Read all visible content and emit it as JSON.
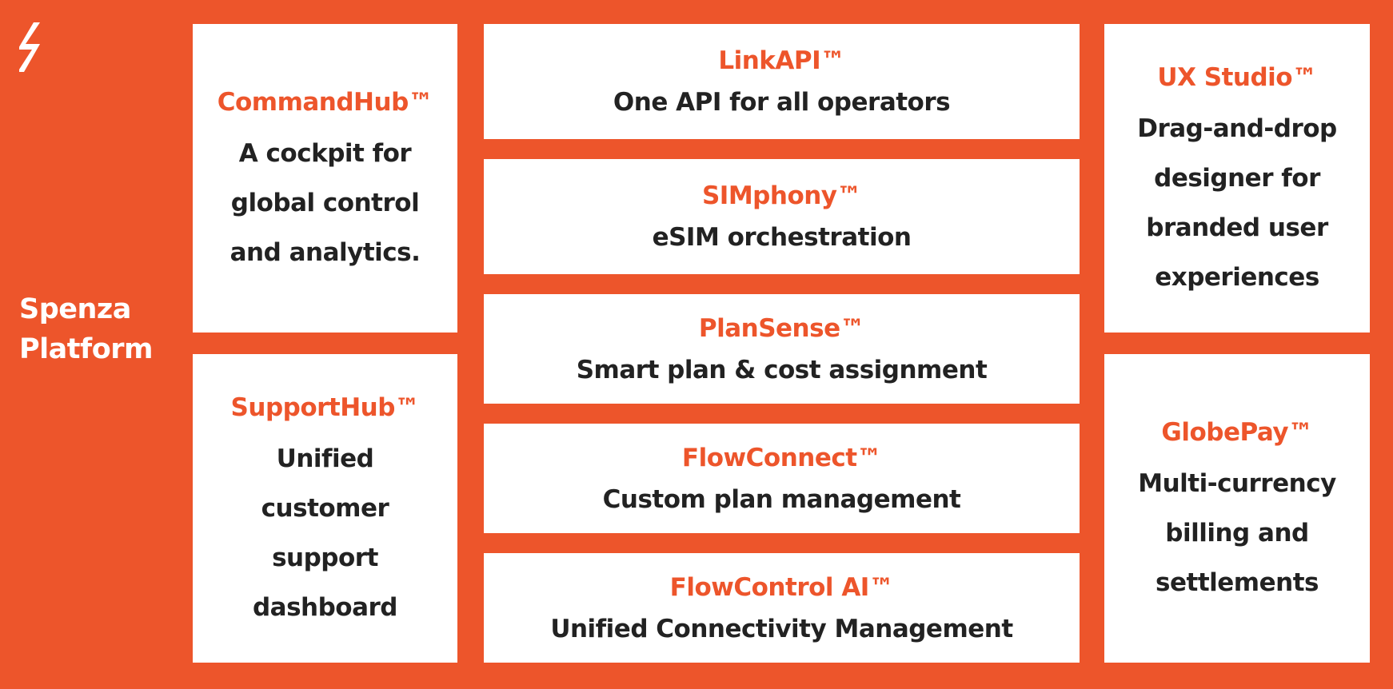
{
  "platform": {
    "title_line1": "Spenza",
    "title_line2": "Platform"
  },
  "colors": {
    "background": "#ED552B",
    "card": "#FFFFFF",
    "product_name": "#ED552B",
    "description": "#222222"
  },
  "icons": {
    "logo": "spenza-s-logo"
  },
  "modules": {
    "commandhub": {
      "name": "CommandHub™",
      "description": "A cockpit for global control and analytics."
    },
    "supporthub": {
      "name": "SupportHub™",
      "description": "Unified customer support dashboard"
    },
    "linkapi": {
      "name": "LinkAPI™",
      "description": "One API for all operators"
    },
    "simphony": {
      "name": "SIMphony™",
      "description": "eSIM orchestration"
    },
    "plansense": {
      "name": "PlanSense™",
      "description": "Smart plan & cost assignment"
    },
    "flowconnect": {
      "name": "FlowConnect™",
      "description": "Custom plan management"
    },
    "flowcontrol": {
      "name": "FlowControl AI™",
      "description": "Unified Connectivity Management"
    },
    "uxstudio": {
      "name": "UX Studio™",
      "description": "Drag-and-drop designer for branded user experiences"
    },
    "globepay": {
      "name": "GlobePay™",
      "description": "Multi-currency billing and settlements"
    }
  }
}
